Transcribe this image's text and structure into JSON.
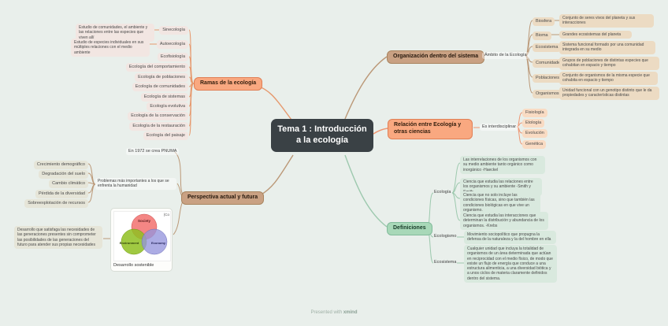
{
  "central": {
    "title": "Tema 1 : Introducción a la ecología"
  },
  "ramas": {
    "label": "Ramas de la ecología",
    "children": [
      {
        "label": "Sinecología",
        "note": "Estudio de comunidades, el ambiente y las relaciones entre las especies que viven allí"
      },
      {
        "label": "Autoecología",
        "note": "Estudio de especies individuales en sus múltiples relaciones con el medio ambiente"
      },
      {
        "label": "Ecofisiología"
      },
      {
        "label": "Ecología del comportamiento"
      },
      {
        "label": "Ecología de poblaciones"
      },
      {
        "label": "Ecología de comunidades"
      },
      {
        "label": "Ecología de sistemas"
      },
      {
        "label": "Ecología evolutiva"
      },
      {
        "label": "Ecología de la conservación"
      },
      {
        "label": "Ecología de la restauración"
      },
      {
        "label": "Ecología del paisaje"
      }
    ]
  },
  "perspectiva": {
    "label": "Perspectiva actual y futura",
    "pnuma": "En 1972 se crea PNUMA",
    "problemas": {
      "label": "Problemas más importantes a los que se enfrenta la humanidad",
      "items": [
        "Crecimiento demográfico",
        "Degradación del suelo",
        "Cambio climático",
        "Pérdida de la diversidad",
        "Sobreexplotación de recursos"
      ]
    },
    "desarrollo": {
      "caption": "Desarrollo sostenible",
      "note": "Desarrollo que satisfaga las necesidades de las generaciones presentes sin comprometer las posibilidades de las generaciones del futuro para atender sus propias necesidades",
      "venn": {
        "top": "Society",
        "left": "Environment",
        "right": "Economy",
        "credit": "(Co"
      }
    }
  },
  "organizacion": {
    "label": "Organización dentro del sistema",
    "sub": "Ámbito de la Ecología",
    "children": [
      {
        "label": "Biosfera",
        "def": "Conjunto de seres vivos del planeta y sus interacciones"
      },
      {
        "label": "Bioma",
        "def": "Grandes ecosistemas del planeta"
      },
      {
        "label": "Ecosistema",
        "def": "Sistema funcional formado por una comunidad integrada en su medio"
      },
      {
        "label": "Comunidades",
        "def": "Grupos de poblaciones de distintas especies que cohabitan en espacio y tiempo"
      },
      {
        "label": "Poblaciones",
        "def": "Conjunto de organismos de la misma especie que cohabita en espacio y tiempo"
      },
      {
        "label": "Organismos",
        "def": "Unidad funcional con un genotipo distinto que le da propiedades y características distintas"
      }
    ]
  },
  "relacion": {
    "label": "Relación entre Ecología y otras ciencias",
    "sub": "Es interdisciplinar",
    "children": [
      "Fisiología",
      "Etología",
      "Evolución",
      "Genética"
    ]
  },
  "definiciones": {
    "label": "Definiciones",
    "groups": [
      {
        "label": "Ecología",
        "defs": [
          "Las interrelaciones de los organismos con su medio ambiente tanto orgánico como inorgánico -Haeckel",
          "Ciencia que estudia las relaciones entre los organismos y su ambiente -Smith y Smith",
          "Ciencia que no solo incluye las condiciones físicas, sino que también las condiciones biológicas en que vive un organismo.",
          "Ciencia que estudia las interacciones que determinan la distribución y abundancia de los organismos. -Krebs"
        ]
      },
      {
        "label": "Ecologismo",
        "defs": [
          "Movimiento sociopolítico que propugna la defensa de la naturaleza y la del hombre en ella"
        ]
      },
      {
        "label": "Ecosistema",
        "defs": [
          "Cualquier unidad que incluya la totalidad de organismos de un área determinada que actúan en reciprocidad con el medio físico, de modo que existe un flujo de energía que conduce a una estructura alimenticia, a una diversidad biótica y a unos ciclos de materia claramente definidos dentro del sistema."
        ]
      }
    ]
  },
  "footer": {
    "text": "Presented with",
    "brand": "xmind"
  },
  "colors": {
    "accent_salmon": "#f9a880",
    "accent_tan": "#c9a183",
    "accent_green": "#a8d8b8",
    "central_bg": "#3a4145",
    "background": "#e9efeb"
  }
}
